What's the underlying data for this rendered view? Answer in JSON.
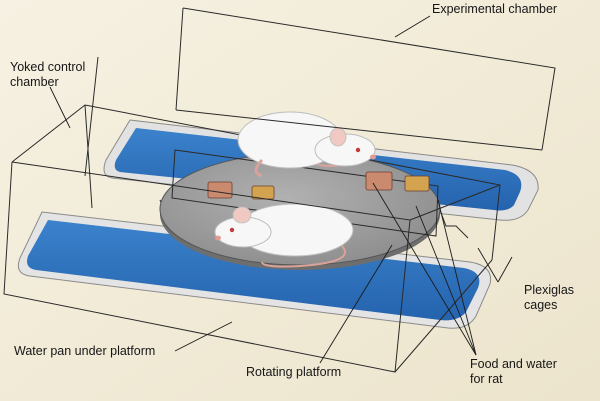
{
  "labels": {
    "experimental_chamber": "Experimental chamber",
    "yoked_control_chamber_line1": "Yoked control",
    "yoked_control_chamber_line2": "chamber",
    "plexiglas_cages_line1": "Plexiglas",
    "plexiglas_cages_line2": "cages",
    "water_pan": "Water pan under platform",
    "rotating_platform": "Rotating platform",
    "food_and_water_line1": "Food and water",
    "food_and_water_line2": "for rat"
  },
  "colors": {
    "background": "#f2ecd8",
    "water": "#2f73bd",
    "pan_rim": "#e4e4e4",
    "platform": "#9a9a9a",
    "rat_fur": "#f7f7f7",
    "cage_line": "#2a2a2a"
  }
}
